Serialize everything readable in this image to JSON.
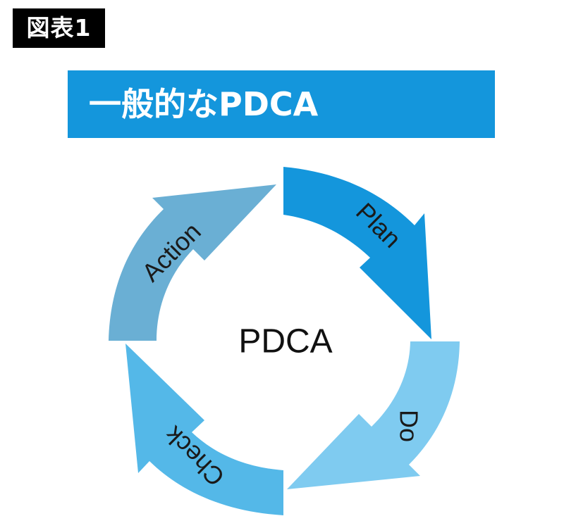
{
  "figure_label": "図表1",
  "banner": {
    "title": "一般的なPDCA"
  },
  "diagram": {
    "center_text": "PDCA",
    "stages": [
      {
        "key": "plan",
        "label": "Plan",
        "color": "#1496dc"
      },
      {
        "key": "do",
        "label": "Do",
        "color": "#7fcbf0"
      },
      {
        "key": "check",
        "label": "Check",
        "color": "#54b8e8"
      },
      {
        "key": "action",
        "label": "Action",
        "color": "#6aafd4"
      }
    ]
  }
}
